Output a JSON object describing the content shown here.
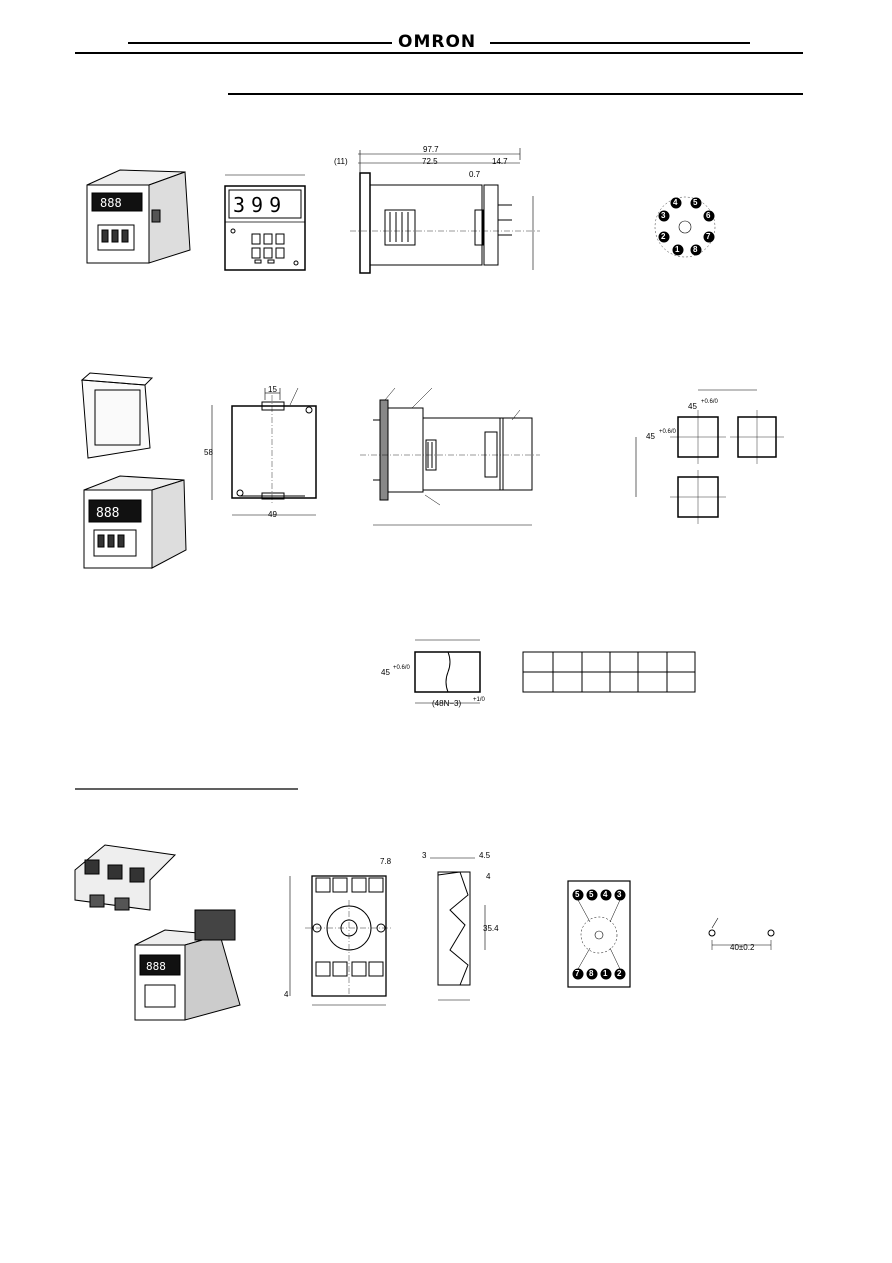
{
  "header": {
    "logo": "OMRON"
  },
  "front_display": {
    "digits": "399"
  },
  "side_dims": {
    "overall": "97.7",
    "left": "(11)",
    "body": "72.5",
    "right": "14.7",
    "terminal": "0.7"
  },
  "pin_labels": [
    "4",
    "5",
    "3",
    "6",
    "2",
    "7",
    "1",
    "8"
  ],
  "cover_dims": {
    "width": "49",
    "height": "58",
    "top": "15"
  },
  "panel_cutout": {
    "size": "45",
    "tol": "+0.6/0",
    "size2": "45",
    "tol2": "+0.6/0"
  },
  "gang_mount": {
    "height": "45",
    "tol": "+0.6/0",
    "width_formula": "(48N−3)",
    "width_tol": "+1/0"
  },
  "socket_dims": {
    "top_right": "7.8",
    "side_top_left": "3",
    "side_top_right": "4.5",
    "side_small": "4",
    "side_height": "35.4",
    "bottom_left": "4"
  },
  "socket_pins": {
    "top": [
      "5",
      "5",
      "4",
      "3"
    ],
    "bottom": [
      "7",
      "8",
      "1",
      "2"
    ]
  },
  "rail_dims": {
    "spacing": "40±0.2"
  }
}
